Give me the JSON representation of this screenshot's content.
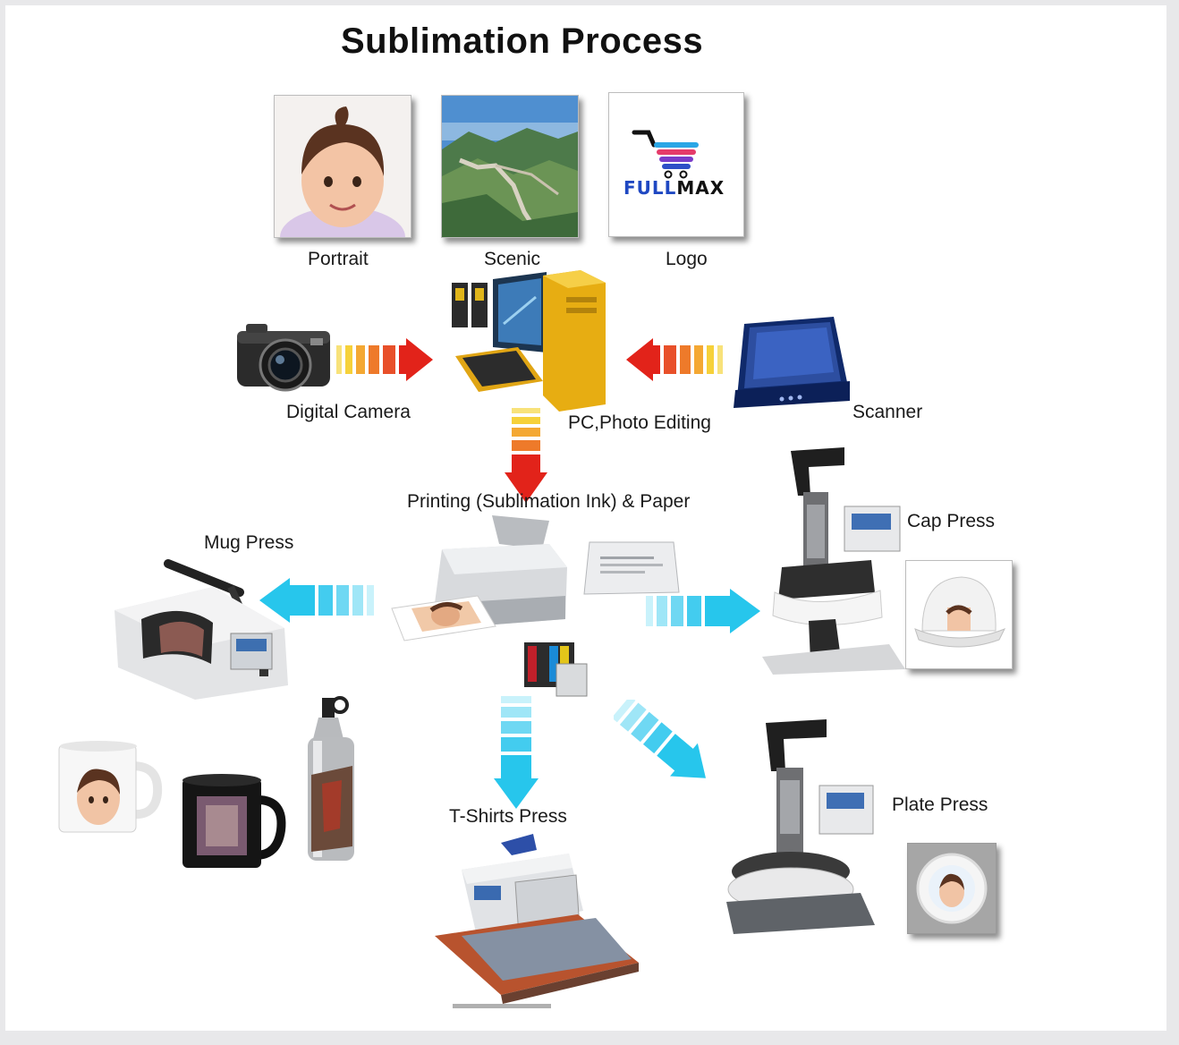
{
  "diagram": {
    "title": "Sublimation Process",
    "sources": [
      {
        "id": "portrait",
        "label": "Portrait"
      },
      {
        "id": "scenic",
        "label": "Scenic"
      },
      {
        "id": "logo",
        "label": "Logo"
      }
    ],
    "logo_text": {
      "part1": "FULL",
      "part2": "MAX"
    },
    "inputs": {
      "camera": "Digital Camera",
      "pc": "PC,Photo Editing",
      "scanner": "Scanner"
    },
    "printer": "Printing (Sublimation Ink) & Paper",
    "presses": {
      "mug": "Mug Press",
      "cap": "Cap Press",
      "tshirt": "T-Shirts Press",
      "plate": "Plate Press"
    }
  },
  "colors": {
    "warm_arrow": "#e2231a",
    "warm_stripes": [
      "#f6d13a",
      "#f4a833",
      "#ee7a2a",
      "#e8502a"
    ],
    "cool_arrow": "#27c6ec",
    "cool_stripes": [
      "#c9f2fb",
      "#9fe6f7",
      "#6fd8f3",
      "#43ccef"
    ]
  },
  "icons": [
    "camera-icon",
    "computer-icon",
    "scanner-icon",
    "printer-icon",
    "paper-icon",
    "ink-kit-icon",
    "mug-press-icon",
    "mug-icon",
    "bottle-icon",
    "cap-press-icon",
    "cap-icon",
    "tshirt-press-icon",
    "plate-press-icon",
    "plate-icon"
  ]
}
